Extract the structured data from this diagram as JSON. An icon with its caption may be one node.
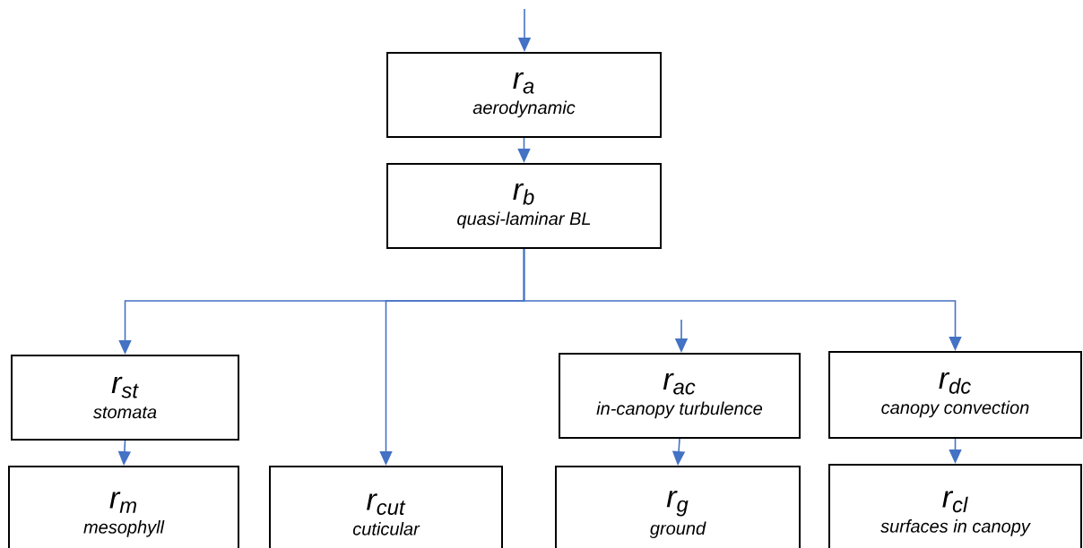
{
  "diagram": {
    "nodes": [
      {
        "text": [
          "r$_{a}$",
          "aerodynamic"
        ]
      },
      {
        "text": [
          "r$_{b}$",
          "quasi-laminar BL"
        ]
      },
      {
        "text": [
          "r$_{st}$",
          "stomata"
        ]
      },
      {
        "text": [
          "r$_{ac}$",
          "in-canopy turbulence"
        ]
      },
      {
        "text": [
          "r$_{dc}$",
          "canopy convection"
        ]
      },
      {
        "text": [
          "r$_{m}$",
          "mesophyll"
        ]
      },
      {
        "text": [
          "r$_{cut}$",
          "cuticular"
        ]
      },
      {
        "text": [
          "r$_{g}$",
          "ground"
        ]
      },
      {
        "text": [
          "r$_{cl}$",
          "surfaces in canopy"
        ]
      }
    ],
    "edges": [
      {
        "from": null,
        "to": 0,
        "arrow": "to"
      },
      {
        "from": 0,
        "to": 1,
        "arrow": "to"
      },
      {
        "from": 1,
        "to": 2,
        "arrow": "to"
      },
      {
        "from": 1,
        "to": 6,
        "arrow": "to"
      },
      {
        "from": 1,
        "to": 4,
        "arrow": "to"
      },
      {
        "from": null,
        "to": 3,
        "arrow": "to"
      },
      {
        "from": 2,
        "to": 5,
        "arrow": "to"
      },
      {
        "from": 3,
        "to": 7,
        "arrow": "to"
      },
      {
        "from": 4,
        "to": 8,
        "arrow": "to"
      }
    ]
  }
}
